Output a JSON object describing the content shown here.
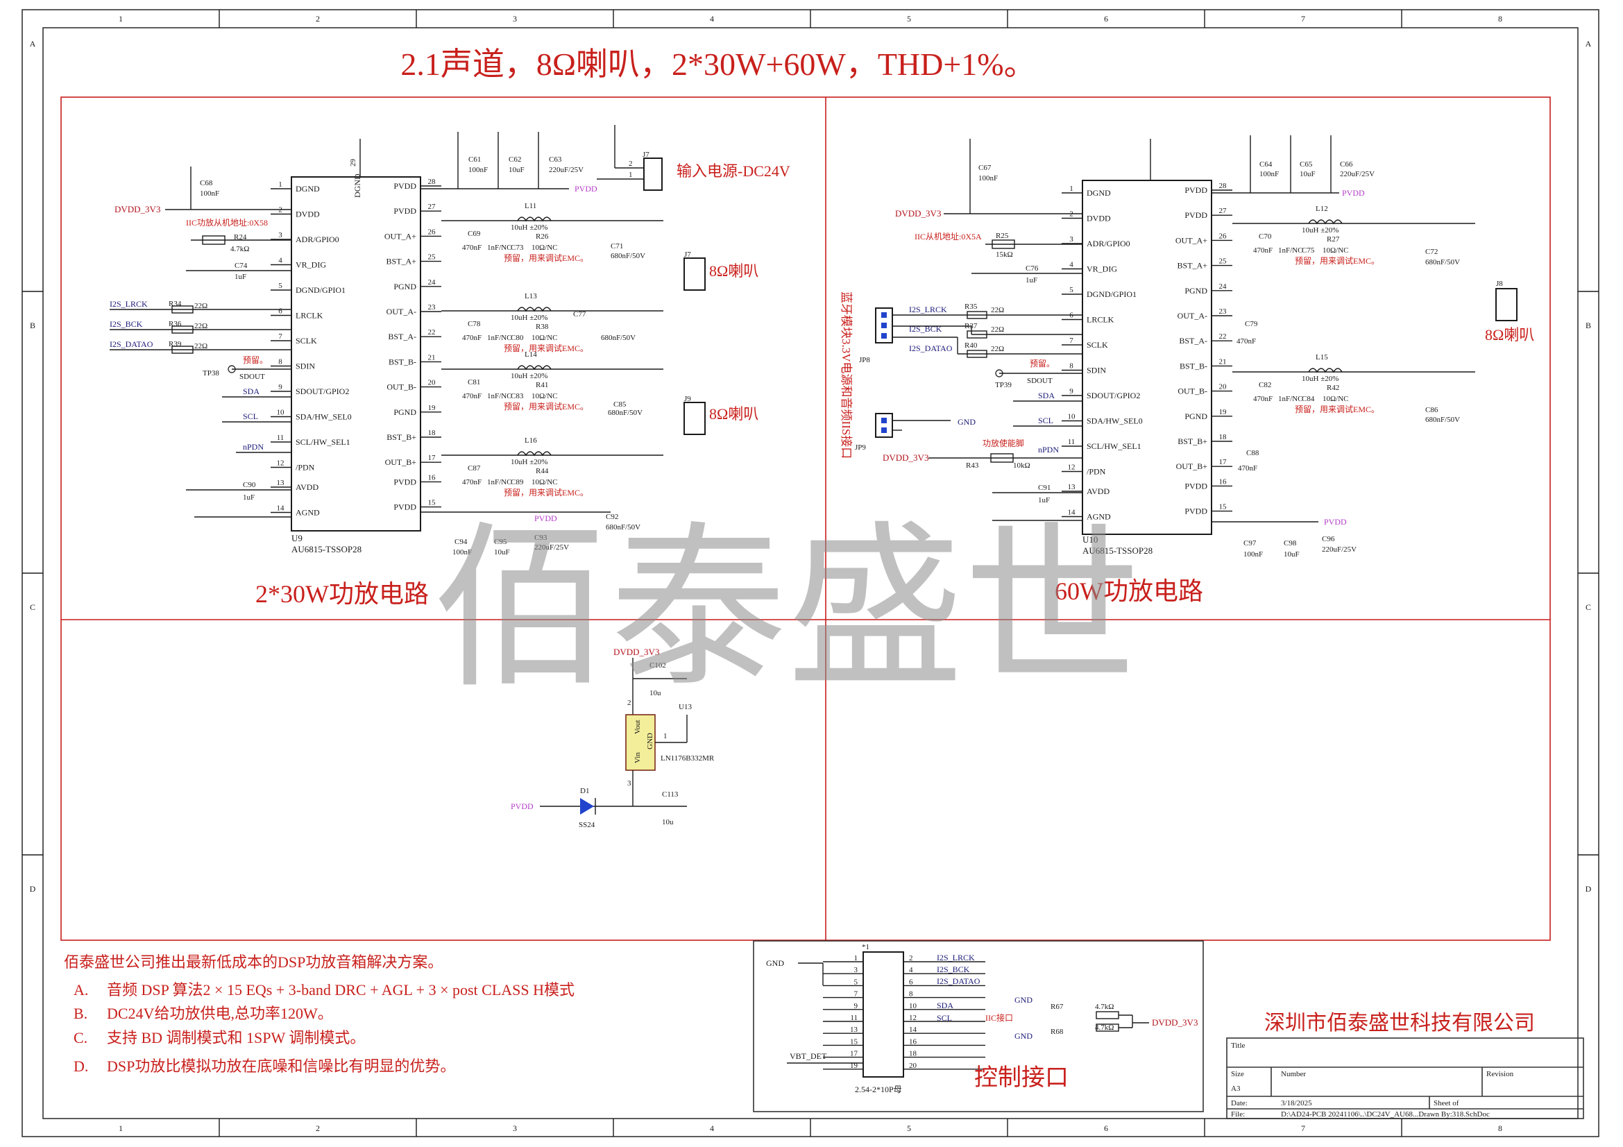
{
  "title": "2.1声道，8Ω喇叭，2*30W+60W，THD+1%。",
  "watermark": "佰泰盛世",
  "grid": {
    "cols": [
      "1",
      "2",
      "3",
      "4",
      "5",
      "6",
      "7",
      "8"
    ],
    "rows": [
      "A",
      "B",
      "C",
      "D"
    ]
  },
  "section_labels": {
    "left_amp": "2*30W功放电路",
    "right_amp": "60W功放电路",
    "control": "控制接口"
  },
  "power_input": {
    "connector": "J7",
    "label": "输入电源-DC24V",
    "pins": [
      "2",
      "1"
    ],
    "net": "PVDD"
  },
  "speakers": {
    "left_a": {
      "ref": "J7",
      "label": "8Ω喇叭"
    },
    "left_b": {
      "ref": "J9",
      "label": "8Ω喇叭"
    },
    "right": {
      "ref": "J8",
      "label": "8Ω喇叭"
    }
  },
  "u9": {
    "ref": "U9",
    "part": "AU6815-TSSOP28",
    "left_pins": [
      {
        "num": "1",
        "name": "DGND"
      },
      {
        "num": "2",
        "name": "DVDD"
      },
      {
        "num": "3",
        "name": "ADR/GPIO0"
      },
      {
        "num": "4",
        "name": "VR_DIG"
      },
      {
        "num": "5",
        "name": "DGND/GPIO1"
      },
      {
        "num": "6",
        "name": "LRCLK"
      },
      {
        "num": "7",
        "name": "SCLK"
      },
      {
        "num": "8",
        "name": "SDIN"
      },
      {
        "num": "9",
        "name": "SDOUT/GPIO2"
      },
      {
        "num": "10",
        "name": "SDA/HW_SEL0"
      },
      {
        "num": "11",
        "name": "SCL/HW_SEL1"
      },
      {
        "num": "12",
        "name": "/PDN"
      },
      {
        "num": "13",
        "name": "AVDD"
      },
      {
        "num": "14",
        "name": "AGND"
      }
    ],
    "right_pins": [
      {
        "num": "28",
        "name": "PVDD"
      },
      {
        "num": "27",
        "name": "PVDD"
      },
      {
        "num": "26",
        "name": "OUT_A+"
      },
      {
        "num": "25",
        "name": "BST_A+"
      },
      {
        "num": "24",
        "name": "PGND"
      },
      {
        "num": "23",
        "name": "OUT_A-"
      },
      {
        "num": "22",
        "name": "BST_A-"
      },
      {
        "num": "21",
        "name": "BST_B-"
      },
      {
        "num": "20",
        "name": "OUT_B-"
      },
      {
        "num": "19",
        "name": "PGND"
      },
      {
        "num": "18",
        "name": "BST_B+"
      },
      {
        "num": "17",
        "name": "OUT_B+"
      },
      {
        "num": "16",
        "name": "PVDD"
      },
      {
        "num": "15",
        "name": "PVDD"
      }
    ],
    "top_pin": {
      "num": "29",
      "name": "DGND"
    },
    "nets": {
      "dvdd": "DVDD_3V3",
      "lrck": "I2S_LRCK",
      "bck": "I2S_BCK",
      "data": "I2S_DATAO",
      "sda": "SDA",
      "scl": "SCL",
      "pdn": "nPDN",
      "sdout": "SDOUT",
      "tp": "TP38",
      "pvdd": "PVDD"
    },
    "notes": {
      "iic": "IIC功放从机地址:0X58",
      "reserve": "预留。",
      "emc": "预留，用来调试EMC。"
    },
    "parts": {
      "c68": "C68",
      "c68v": "100nF",
      "r24": "R24",
      "r24v": "4.7kΩ",
      "c74": "C74",
      "c74v": "1uF",
      "r34": "R34",
      "r36": "R36",
      "r39": "R39",
      "r22": "22Ω",
      "c90": "C90",
      "c90v": "1uF",
      "c61": "C61",
      "c61v": "100nF",
      "c62": "C62",
      "c62v": "10uF",
      "c63": "C63",
      "c63v": "220uF/25V",
      "l11": "L11",
      "l13": "L13",
      "l14": "L14",
      "l16": "L16",
      "lv": "10uH ±20%",
      "c69": "C69",
      "c78": "C78",
      "c81": "C81",
      "c87": "C87",
      "c470": "470nF",
      "c73": "C73",
      "c80": "C80",
      "c83": "C83",
      "c89": "C89",
      "c1nf": "1nF/NC",
      "r26": "R26",
      "r38": "R38",
      "r41": "R41",
      "r44": "R44",
      "r10": "10Ω/NC",
      "c71": "C71",
      "c77": "C77",
      "c85": "C85",
      "c92": "C92",
      "c680": "680nF/50V",
      "c94": "C94",
      "c94v": "100nF",
      "c95": "C95",
      "c95v": "10uF",
      "c93": "C93",
      "c93v": "220uF/25V"
    }
  },
  "u10": {
    "ref": "U10",
    "part": "AU6815-TSSOP28",
    "nets": {
      "dvdd": "DVDD_3V3",
      "lrck": "I2S_LRCK",
      "bck": "I2S_BCK",
      "data": "I2S_DATAO",
      "sda": "SDA",
      "scl": "SCL",
      "pdn": "nPDN",
      "sdout": "SDOUT",
      "tp": "TP39",
      "pvdd": "PVDD",
      "gnd": "GND",
      "dvdd2": "DVDD_3V3"
    },
    "notes": {
      "iic": "IIC从机地址:0X5A",
      "reserve": "预留。",
      "emc": "预留，用来调试EMC。",
      "pdn": "功放使能脚",
      "bt": "蓝牙模块3.3V电源和音频IIS接口"
    },
    "parts": {
      "c67": "C67",
      "c67v": "100nF",
      "r25": "R25",
      "r25v": "15kΩ",
      "c76": "C76",
      "c76v": "1uF",
      "r35": "R35",
      "r37": "R37",
      "r40": "R40",
      "r22": "22Ω",
      "r43": "R43",
      "r43v": "10kΩ",
      "c91": "C91",
      "c91v": "1uF",
      "jp8": "JP8",
      "jp9": "JP9",
      "c64": "C64",
      "c64v": "100nF",
      "c65": "C65",
      "c65v": "10uF",
      "c66": "C66",
      "c66v": "220uF/25V",
      "l12": "L12",
      "l15": "L15",
      "lv": "10uH ±20%",
      "c70": "C70",
      "c79": "C79",
      "c82": "C82",
      "c88": "C88",
      "c470": "470nF",
      "c75": "C75",
      "c84": "C84",
      "c1nf": "1nF/NC",
      "r27": "R27",
      "r42": "R42",
      "r10": "10Ω/NC",
      "c72": "C72",
      "c86": "C86",
      "c680": "680nF/50V",
      "c97": "C97",
      "c97v": "100nF",
      "c98": "C98",
      "c98v": "10uF",
      "c96": "C96",
      "c96v": "220uF/25V"
    }
  },
  "ldo": {
    "ref": "U13",
    "part": "LN1176B332MR",
    "vin": "Vin",
    "vout": "Vout",
    "gnd": "GND",
    "out_net": "DVDD_3V3",
    "in_net": "PVDD",
    "c102": "C102",
    "c102v": "10u",
    "c113": "C113",
    "c113v": "10u",
    "d1": "D1",
    "d1v": "SS24",
    "p1": "1",
    "p2": "2",
    "p3": "3"
  },
  "control": {
    "connector": "2.54-2*10P母",
    "ref": "*1",
    "gnd": "GND",
    "vbt": "VBT_DET",
    "left_pins": [
      "1",
      "3",
      "5",
      "7",
      "9",
      "11",
      "13",
      "15",
      "17",
      "19"
    ],
    "right_pins": [
      "2",
      "4",
      "6",
      "8",
      "10",
      "12",
      "14",
      "16",
      "18",
      "20"
    ],
    "nets": {
      "lrck": "I2S_LRCK",
      "bck": "I2S_BCK",
      "data": "I2S_DATAO",
      "gnd": "GND",
      "sda": "SDA",
      "scl": "SCL",
      "iic": "IIC接口",
      "dvdd": "DVDD_3V3"
    },
    "r67": "R67",
    "r68": "R68",
    "rv": "4.7kΩ"
  },
  "notes": {
    "heading": "佰泰盛世公司推出最新低成本的DSP功放音箱解决方案。",
    "items": [
      {
        "letter": "A.",
        "text": "音频 DSP 算法2 × 15 EQs + 3-band DRC + AGL + 3 × post  CLASS H模式"
      },
      {
        "letter": "B.",
        "text": "DC24V给功放供电,总功率120W。"
      },
      {
        "letter": "C.",
        "text": "支持 BD 调制模式和 1SPW 调制模式。"
      },
      {
        "letter": "D.",
        "text": "DSP功放比模拟功放在底噪和信噪比有明显的优势。"
      }
    ]
  },
  "company": "深圳市佰泰盛世科技有限公司",
  "title_block": {
    "title_label": "Title",
    "size_label": "Size",
    "size": "A3",
    "number_label": "Number",
    "revision_label": "Revision",
    "date_label": "Date:",
    "date": "3/18/2025",
    "sheet_label": "Sheet  of",
    "file_label": "File:",
    "file": "D:\\AD24-PCB 20241106\\..\\DC24V_AU68...Drawn By:318.SchDoc"
  }
}
